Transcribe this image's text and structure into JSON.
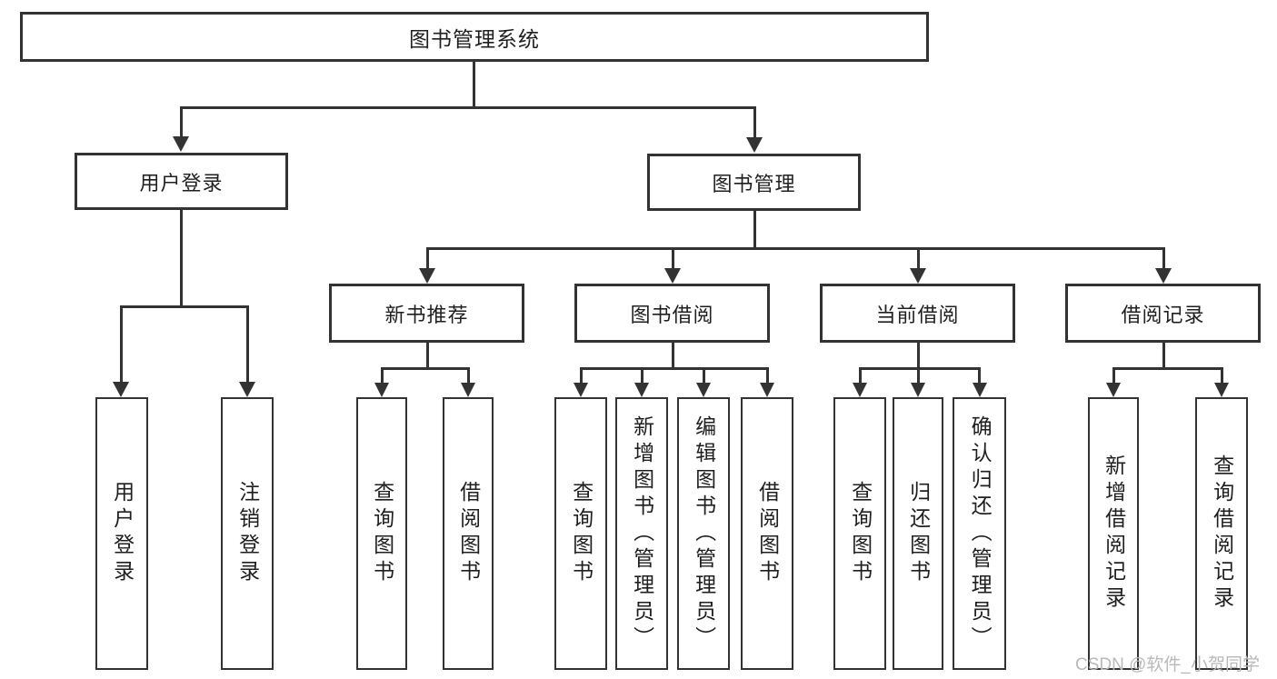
{
  "title": "图书管理系统",
  "nodes": {
    "root": {
      "label": "图书管理系统"
    },
    "user_login": {
      "label": "用户登录"
    },
    "book_management": {
      "label": "图书管理"
    },
    "new_book_recommend": {
      "label": "新书推荐"
    },
    "book_borrowing": {
      "label": "图书借阅"
    },
    "current_borrowing": {
      "label": "当前借阅"
    },
    "borrowing_records": {
      "label": "借阅记录"
    },
    "leaf_user_login": {
      "label": "用户登录"
    },
    "leaf_logout": {
      "label": "注销登录"
    },
    "leaf_query_books_recommend": {
      "label": "查询图书"
    },
    "leaf_borrow_books_recommend": {
      "label": "借阅图书"
    },
    "leaf_query_books_borrowing": {
      "label": "查询图书"
    },
    "leaf_add_books_admin": {
      "label": "新增图书（管理员）"
    },
    "leaf_edit_books_admin": {
      "label": "编辑图书（管理员）"
    },
    "leaf_borrow_books_borrowing": {
      "label": "借阅图书"
    },
    "leaf_query_books_current": {
      "label": "查询图书"
    },
    "leaf_return_books": {
      "label": "归还图书"
    },
    "leaf_confirm_return_admin": {
      "label": "确认归还（管理员）"
    },
    "leaf_add_borrow_record": {
      "label": "新增借阅记录"
    },
    "leaf_query_borrow_record": {
      "label": "查询借阅记录"
    }
  },
  "watermark": "CSDN @软件_小贺同学",
  "colors": {
    "line": "#333333",
    "text": "#1f1f1f",
    "watermark": "#b9b9b9",
    "background": "#ffffff"
  }
}
